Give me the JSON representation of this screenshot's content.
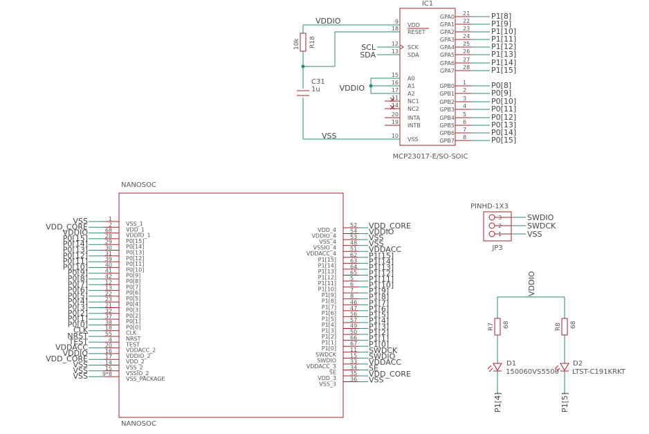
{
  "ic1": {
    "ref": "IC1",
    "value": "MCP23017-E/SO-SOIC",
    "pins_left": [
      {
        "no": "9",
        "name": "VDD"
      },
      {
        "no": "18",
        "name": "RESET"
      },
      {
        "no": "12",
        "name": "SCK"
      },
      {
        "no": "13",
        "name": "SDA"
      },
      {
        "no": "15",
        "name": "A0"
      },
      {
        "no": "16",
        "name": "A1"
      },
      {
        "no": "17",
        "name": "A2"
      },
      {
        "no": "11",
        "name": "NC1"
      },
      {
        "no": "14",
        "name": "NC2"
      },
      {
        "no": "20",
        "name": "INTA"
      },
      {
        "no": "19",
        "name": "INTB"
      },
      {
        "no": "10",
        "name": "VSS"
      }
    ],
    "pins_right": [
      {
        "no": "21",
        "name": "GPA0",
        "net": "P1[8]"
      },
      {
        "no": "22",
        "name": "GPA1",
        "net": "P1[9]"
      },
      {
        "no": "23",
        "name": "GPA2",
        "net": "P1[10]"
      },
      {
        "no": "24",
        "name": "GPA3",
        "net": "P1[11]"
      },
      {
        "no": "25",
        "name": "GPA4",
        "net": "P1[12]"
      },
      {
        "no": "26",
        "name": "GPA5",
        "net": "P1[13]"
      },
      {
        "no": "27",
        "name": "GPA6",
        "net": "P1[14]"
      },
      {
        "no": "28",
        "name": "GPA7",
        "net": "P1[15]"
      },
      {
        "no": "1",
        "name": "GPB0",
        "net": "P0[8]"
      },
      {
        "no": "2",
        "name": "GPB1",
        "net": "P0[9]"
      },
      {
        "no": "3",
        "name": "GPB2",
        "net": "P0[10]"
      },
      {
        "no": "4",
        "name": "GPB3",
        "net": "P0[11]"
      },
      {
        "no": "5",
        "name": "GPB4",
        "net": "P0[12]"
      },
      {
        "no": "6",
        "name": "GPB5",
        "net": "P0[13]"
      },
      {
        "no": "7",
        "name": "GPB6",
        "net": "P0[14]"
      },
      {
        "no": "8",
        "name": "GPB7",
        "net": "P0[15]"
      }
    ],
    "nets": {
      "vdd": "VDDIO",
      "scl": "SCL",
      "sda": "SDA",
      "addr": "VDDIO",
      "vss": "VSS"
    }
  },
  "r18": {
    "ref": "R18",
    "value": "10k"
  },
  "c31": {
    "ref": "C31",
    "value": "1u"
  },
  "nanosoc": {
    "ref_top": "NANOSOC",
    "ref_bottom": "NANOSOC",
    "pins_left": [
      {
        "no": "1",
        "name": "VSS_1",
        "net": "VSS"
      },
      {
        "no": "2",
        "name": "VDD_1",
        "net": "VDD_CORE"
      },
      {
        "no": "68",
        "name": "VDDIO_1",
        "net": "VDDIO"
      },
      {
        "no": "28",
        "name": "P0[15]",
        "net": "P0[15]"
      },
      {
        "no": "29",
        "name": "P0[14]",
        "net": "P0[14]"
      },
      {
        "no": "30",
        "name": "P0[13]",
        "net": "P0[13]"
      },
      {
        "no": "31",
        "name": "P0[12]",
        "net": "P0[12]"
      },
      {
        "no": "39",
        "name": "P0[11]",
        "net": "P0[11]"
      },
      {
        "no": "40",
        "name": "P0[10]",
        "net": "P0[10]"
      },
      {
        "no": "41",
        "name": "P0[9]",
        "net": "P0[9]"
      },
      {
        "no": "42",
        "name": "P0[8]",
        "net": "P0[8]"
      },
      {
        "no": "12",
        "name": "P0[7]",
        "net": "P0[7]"
      },
      {
        "no": "13",
        "name": "P0[6]",
        "net": "P0[6]"
      },
      {
        "no": "22",
        "name": "P0[5]",
        "net": "P0[5]"
      },
      {
        "no": "23",
        "name": "P0[4]",
        "net": "P0[4]"
      },
      {
        "no": "21",
        "name": "P0[3]",
        "net": "P0[3]"
      },
      {
        "no": "32",
        "name": "P0[2]",
        "net": "P0[2]"
      },
      {
        "no": "37",
        "name": "P0[1]",
        "net": "P0[1]"
      },
      {
        "no": "38",
        "name": "P0[0]",
        "net": "P0[0]"
      },
      {
        "no": "18",
        "name": "CLK",
        "net": "CLK"
      },
      {
        "no": "55",
        "name": "NRST",
        "net": "NRST"
      },
      {
        "no": "4",
        "name": "TEST",
        "net": "TEST"
      },
      {
        "no": "20",
        "name": "VDDACC_2",
        "net": "VDDACC"
      },
      {
        "no": "16",
        "name": "VDDIO_2",
        "net": "VDDIO"
      },
      {
        "no": "17",
        "name": "VDD_2",
        "net": "VDD_CORE"
      },
      {
        "no": "14",
        "name": "VSS_2",
        "net": "VSS"
      },
      {
        "no": "15",
        "name": "VSSIO_2",
        "net": "VSS"
      },
      {
        "no": "9*8",
        "name": "VSS_PACKAGE",
        "net": "VSS"
      }
    ],
    "pins_right": [
      {
        "no": "52",
        "name": "VDD_4",
        "net": "VDD_CORE"
      },
      {
        "no": "54",
        "name": "VDDIO_4",
        "net": "VDDIO"
      },
      {
        "no": "53",
        "name": "VSS_4",
        "net": "VSS"
      },
      {
        "no": "48",
        "name": "VSSIO_4",
        "net": "VSS"
      },
      {
        "no": "51",
        "name": "VDDACC_4",
        "net": "VDDACC"
      },
      {
        "no": "62",
        "name": "P1[15]",
        "net": "P1[15]"
      },
      {
        "no": "63",
        "name": "P1[14]",
        "net": "P1[14]"
      },
      {
        "no": "64",
        "name": "P1[13]",
        "net": "P1[13]"
      },
      {
        "no": "65",
        "name": "P1[12]",
        "net": "P1[12]"
      },
      {
        "no": "5",
        "name": "P1[11]",
        "net": "P1[11]"
      },
      {
        "no": "6",
        "name": "P1[10]",
        "net": "P1[10]"
      },
      {
        "no": "7",
        "name": "P1[9]",
        "net": "P1[9]"
      },
      {
        "no": "8",
        "name": "P1[8]",
        "net": "P1[8]"
      },
      {
        "no": "46",
        "name": "P1[7]",
        "net": "P1[7]"
      },
      {
        "no": "47",
        "name": "P1[6]",
        "net": "P1[6]"
      },
      {
        "no": "56",
        "name": "P1[5]",
        "net": "P1[5]"
      },
      {
        "no": "57",
        "name": "P1[4]",
        "net": "P1[4]"
      },
      {
        "no": "49",
        "name": "P1[3]",
        "net": "P1[3]"
      },
      {
        "no": "50",
        "name": "P1[2]",
        "net": "P1[2]"
      },
      {
        "no": "66",
        "name": "P1[1]",
        "net": "P1[1]"
      },
      {
        "no": "67",
        "name": "P1[0]",
        "net": "P1[0]"
      },
      {
        "no": "11",
        "name": "SWDCK",
        "net": "SWDCK"
      },
      {
        "no": "15",
        "name": "SWDIO",
        "net": "SWDIO"
      },
      {
        "no": "33",
        "name": "VDDACC_3",
        "net": "VDDACC"
      },
      {
        "no": "34",
        "name": "SE",
        "net": "SE"
      },
      {
        "no": "35",
        "name": "VDD_3",
        "net": "VDD_CORE"
      },
      {
        "no": "36",
        "name": "VSS_3",
        "net": "VSS"
      }
    ]
  },
  "jp3": {
    "type": "PINHD-1X3",
    "ref": "JP3",
    "pins": [
      {
        "no": "3",
        "net": "SWDIO"
      },
      {
        "no": "2",
        "net": "SWDCK"
      },
      {
        "no": "1",
        "net": "VSS"
      }
    ]
  },
  "leds": {
    "supply": "VDDIO",
    "r7": {
      "ref": "R7",
      "value": "68"
    },
    "r8": {
      "ref": "R8",
      "value": "68"
    },
    "d1": {
      "ref": "D1",
      "value": "150060VS5500"
    },
    "d2": {
      "ref": "D2",
      "value": "LTST-C191KRKT"
    },
    "net1": "P1[4]",
    "net2": "P1[5]"
  },
  "colors": {
    "symbol": "#a02028",
    "wire": "#2a8a72",
    "text": "#555555"
  }
}
